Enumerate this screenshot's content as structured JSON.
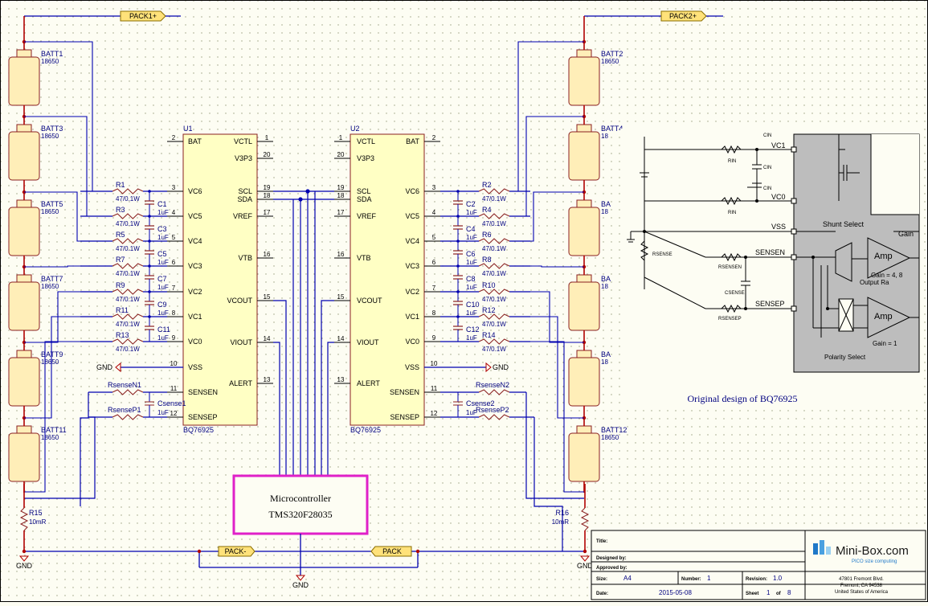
{
  "nets": {
    "pack1": "PACK1+",
    "pack2": "PACK2+",
    "packm": "PACK-",
    "pack": "PACK",
    "gnd": "GND"
  },
  "ic1": {
    "ref": "U1",
    "part": "BQ76925",
    "left_pins": [
      {
        "num": "2",
        "name": "BAT"
      },
      {
        "num": "3",
        "name": "VC6"
      },
      {
        "num": "4",
        "name": "VC5"
      },
      {
        "num": "5",
        "name": "VC4"
      },
      {
        "num": "6",
        "name": "VC3"
      },
      {
        "num": "7",
        "name": "VC2"
      },
      {
        "num": "8",
        "name": "VC1"
      },
      {
        "num": "9",
        "name": "VC0"
      },
      {
        "num": "10",
        "name": "VSS"
      },
      {
        "num": "11",
        "name": "SENSEN"
      },
      {
        "num": "12",
        "name": "SENSEP"
      }
    ],
    "right_pins": [
      {
        "num": "1",
        "name": "VCTL"
      },
      {
        "num": "20",
        "name": "V3P3"
      },
      {
        "num": "19",
        "name": "SCL"
      },
      {
        "num": "18",
        "name": "SDA"
      },
      {
        "num": "17",
        "name": "VREF"
      },
      {
        "num": "16",
        "name": "VTB"
      },
      {
        "num": "15",
        "name": "VCOUT"
      },
      {
        "num": "14",
        "name": "VIOUT"
      },
      {
        "num": "13",
        "name": "ALERT"
      }
    ]
  },
  "ic2": {
    "ref": "U2",
    "part": "BQ76925"
  },
  "cells_left": [
    {
      "ref": "BATT1",
      "val": "18650"
    },
    {
      "ref": "BATT3",
      "val": "18650"
    },
    {
      "ref": "BATT5",
      "val": "18650"
    },
    {
      "ref": "BATT7",
      "val": "18650"
    },
    {
      "ref": "BATT9",
      "val": "18650"
    },
    {
      "ref": "BATT11",
      "val": "18650"
    }
  ],
  "cells_right": [
    {
      "ref": "BATT2",
      "val": "18650"
    },
    {
      "ref": "BATT4",
      "val": "18"
    },
    {
      "ref": "BA",
      "val": "18"
    },
    {
      "ref": "BA",
      "val": "18"
    },
    {
      "ref": "BA",
      "val": "18"
    },
    {
      "ref": "BATT12",
      "val": "18650"
    }
  ],
  "res_left": [
    {
      "ref": "R1",
      "val": "47/0.1W"
    },
    {
      "ref": "R3",
      "val": "47/0.1W"
    },
    {
      "ref": "R5",
      "val": "47/0.1W"
    },
    {
      "ref": "R7",
      "val": "47/0.1W"
    },
    {
      "ref": "R9",
      "val": "47/0.1W"
    },
    {
      "ref": "R11",
      "val": "47/0.1W"
    },
    {
      "ref": "R13",
      "val": "47/0.1W"
    }
  ],
  "res_right": [
    {
      "ref": "R2",
      "val": "47/0.1W"
    },
    {
      "ref": "R4",
      "val": "47/0.1W"
    },
    {
      "ref": "R6",
      "val": "47/0.1W"
    },
    {
      "ref": "R8",
      "val": "47/0.1W"
    },
    {
      "ref": "R10",
      "val": "47/0.1W"
    },
    {
      "ref": "R12",
      "val": "47/0.1W"
    },
    {
      "ref": "R14",
      "val": "47/0.1W"
    }
  ],
  "cap_left": [
    {
      "ref": "C1",
      "val": "1uF"
    },
    {
      "ref": "C3",
      "val": "1uF"
    },
    {
      "ref": "C5",
      "val": "1uF"
    },
    {
      "ref": "C7",
      "val": "1uF"
    },
    {
      "ref": "C9",
      "val": "1uF"
    },
    {
      "ref": "C11",
      "val": "1uF"
    }
  ],
  "cap_right": [
    {
      "ref": "C2",
      "val": "1uF"
    },
    {
      "ref": "C4",
      "val": "1uF"
    },
    {
      "ref": "C6",
      "val": "1uF"
    },
    {
      "ref": "C8",
      "val": "1uF"
    },
    {
      "ref": "C10",
      "val": "1uF"
    },
    {
      "ref": "C12",
      "val": "1uF"
    }
  ],
  "sense_left": {
    "rn": "RsenseN1",
    "rp": "RsenseP1",
    "c": "Csense1",
    "cval": "1uF"
  },
  "sense_right": {
    "rn": "RsenseN2",
    "rp": "RsenseP2",
    "c": "Csense2",
    "cval": "1uF"
  },
  "shunt_left": {
    "ref": "R15",
    "val": "10mR"
  },
  "shunt_right": {
    "ref": "R16",
    "val": "10mR"
  },
  "mcu": {
    "line1": "Microcontroller",
    "line2": "TMS320F28035"
  },
  "inset": {
    "caption": "Original design of BQ76925",
    "labels": {
      "vc1": "VC1",
      "vc0": "VC0",
      "vss": "VSS",
      "sensen": "SENSEN",
      "sensep": "SENSEP",
      "shunt_select": "Shunt Select",
      "amp1": "Amp",
      "amp2": "Amp",
      "gain_a": "Gain = 4, 8",
      "output_ra": "Output Ra",
      "gain_b": "Gain = 1",
      "gain_top": "Gain",
      "polarity": "Polarity Select",
      "rin1": "RIN",
      "rin2": "RIN",
      "cin1": "CIN",
      "cin2": "CIN",
      "cin0": "CIN",
      "rsense": "RSENSE",
      "rsensen": "RSENSEN",
      "rsensep": "RSENSEP",
      "csense": "CSENSE"
    }
  },
  "title_block": {
    "title_label": "Title:",
    "designed_label": "Designed by:",
    "approved_label": "Approved by:",
    "size_label": "Size:",
    "size_val": "A4",
    "number_label": "Number:",
    "number_val": "1",
    "revision_label": "Revision:",
    "revision_val": "1.0",
    "date_label": "Date:",
    "date_val": "2015-05-08",
    "sheet_label": "Sheet",
    "sheet_val": "1",
    "of_label": "of",
    "of_val": "8",
    "company": "Mini-Box.com",
    "tagline": "PICO size computing",
    "addr1": "47801 Fremont Blvd.",
    "addr2": "Fremont, CA 94538",
    "addr3": "United States of America"
  },
  "colors": {
    "wire": "#0000b0",
    "power": "#b00000",
    "battery": "#ffeeb8",
    "battery_stroke": "#8a2020",
    "ic": "#ffffc4",
    "mcu": "#e020c8",
    "inset_gray": "#bdbdbd"
  }
}
